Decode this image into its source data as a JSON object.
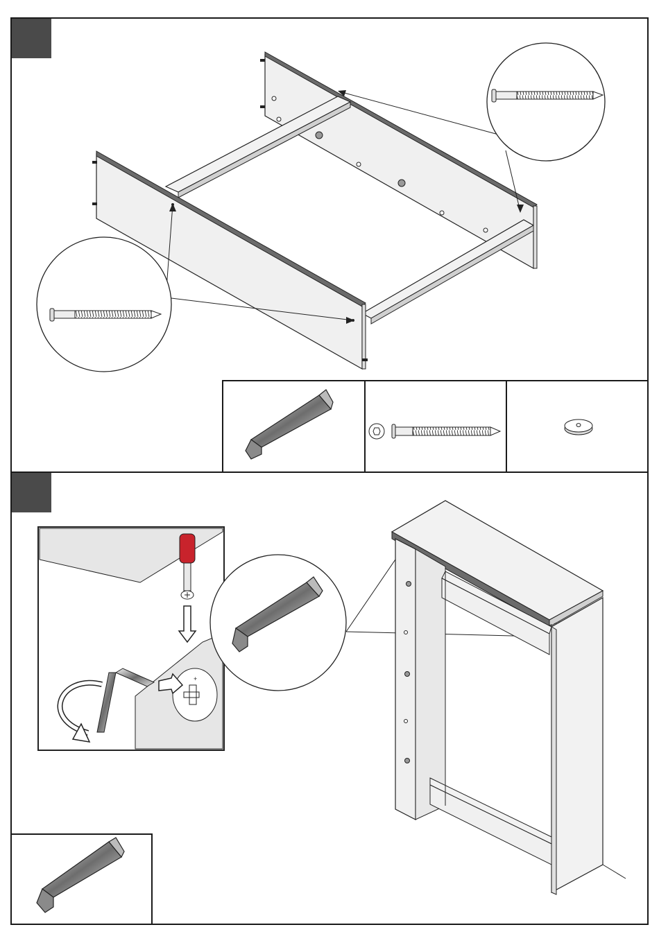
{
  "document": {
    "type": "furniture-assembly-instructions",
    "steps": [
      {
        "id": "step-1",
        "number_visible": false,
        "parts": [
          {
            "icon": "hex-key-icon",
            "label": ""
          },
          {
            "icon": "screw-with-cap-icon",
            "label": ""
          },
          {
            "icon": "cover-cap-icon",
            "label": ""
          }
        ]
      },
      {
        "id": "step-2",
        "number_visible": false,
        "parts": [
          {
            "icon": "hex-key-icon",
            "label": ""
          }
        ]
      }
    ],
    "colors": {
      "badge": "#4a4a4a",
      "panel_fill": "#f0f0f0",
      "panel_edge": "#6b6b6b",
      "screwdriver_handle": "#c8232c",
      "line": "#1a1a1a",
      "shade": "#e6e6e6"
    }
  }
}
